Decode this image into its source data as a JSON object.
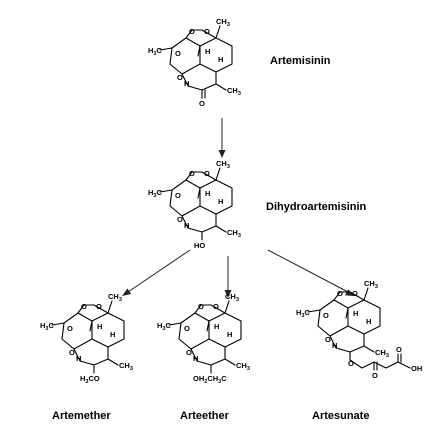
{
  "diagram": {
    "nodes": [
      {
        "id": "artemisinin",
        "name": "Artemisinin",
        "bottom_group": "O"
      },
      {
        "id": "dihydroartemisinin",
        "name": "Dihydroartemisinin",
        "bottom_group": "HO"
      },
      {
        "id": "artemether",
        "name": "Artemether",
        "bottom_group": "H3CO"
      },
      {
        "id": "arteether",
        "name": "Arteether",
        "bottom_group": "OH2CH3C"
      },
      {
        "id": "artesunate",
        "name": "Artesunate",
        "bottom_group": "OH"
      }
    ],
    "edges": [
      {
        "from": "artemisinin",
        "to": "dihydroartemisinin"
      },
      {
        "from": "dihydroartemisinin",
        "to": "artemether"
      },
      {
        "from": "dihydroartemisinin",
        "to": "arteether"
      },
      {
        "from": "dihydroartemisinin",
        "to": "artesunate"
      }
    ],
    "atom_labels": {
      "ch3": "CH",
      "three": "3",
      "h3c": "H",
      "h3c_tail": "C",
      "h": "H",
      "o": "O"
    }
  }
}
